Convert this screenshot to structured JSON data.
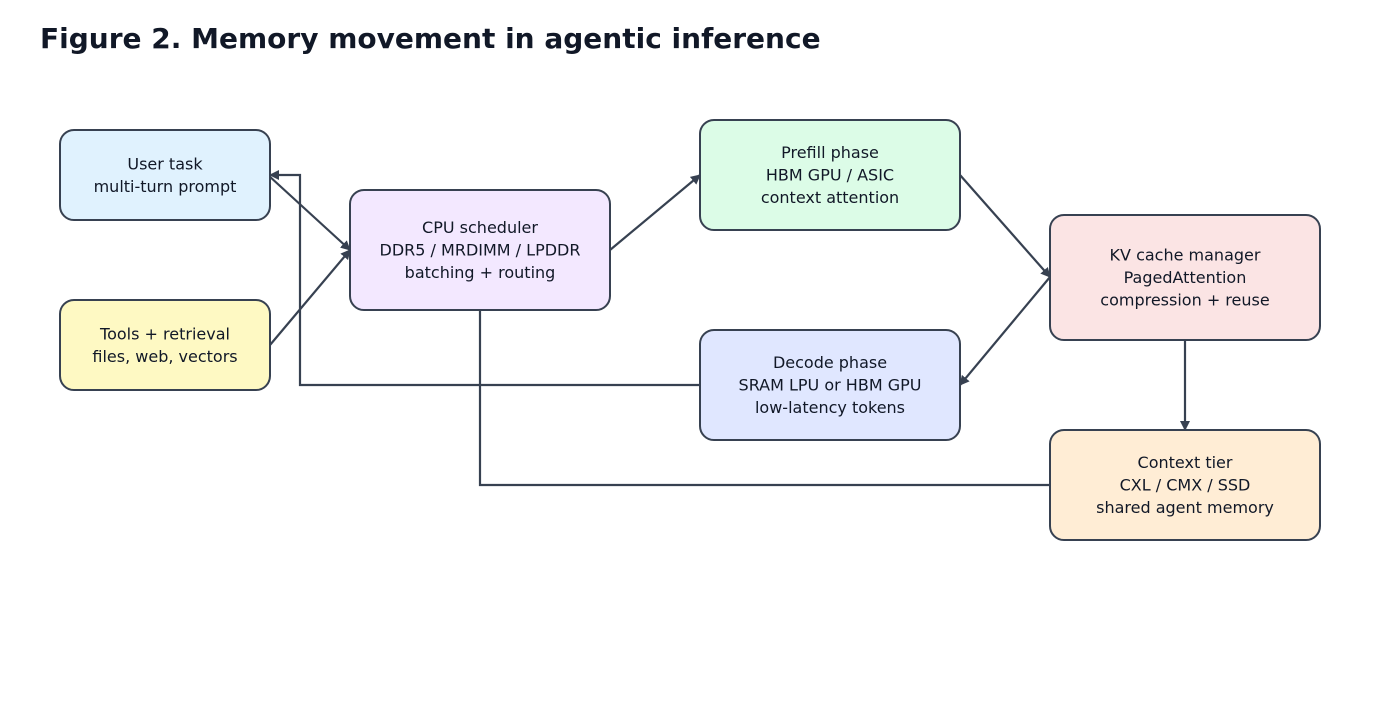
{
  "title": "Figure 2. Memory movement in agentic inference",
  "colors": {
    "stroke": "#374151",
    "user_task": "#e0f2fe",
    "tools": "#fef9c3",
    "cpu": "#f3e8ff",
    "prefill": "#dcfce7",
    "decode": "#e0e7ff",
    "kv": "#fbe4e4",
    "context": "#ffedd5"
  },
  "nodes": [
    {
      "id": "user-task",
      "color_key": "user_task",
      "lines": [
        "User task",
        "multi-turn prompt"
      ]
    },
    {
      "id": "tools",
      "color_key": "tools",
      "lines": [
        "Tools + retrieval",
        "files, web, vectors"
      ]
    },
    {
      "id": "cpu-scheduler",
      "color_key": "cpu",
      "lines": [
        "CPU scheduler",
        "DDR5 / MRDIMM / LPDDR",
        "batching + routing"
      ]
    },
    {
      "id": "prefill",
      "color_key": "prefill",
      "lines": [
        "Prefill phase",
        "HBM GPU / ASIC",
        "context attention"
      ]
    },
    {
      "id": "decode",
      "color_key": "decode",
      "lines": [
        "Decode phase",
        "SRAM LPU or HBM GPU",
        "low-latency tokens"
      ]
    },
    {
      "id": "kv-cache",
      "color_key": "kv",
      "lines": [
        "KV cache manager",
        "PagedAttention",
        "compression + reuse"
      ]
    },
    {
      "id": "context-tier",
      "color_key": "context",
      "lines": [
        "Context tier",
        "CXL / CMX / SSD",
        "shared agent memory"
      ]
    }
  ],
  "edges": [
    {
      "from": "user-task",
      "to": "cpu-scheduler"
    },
    {
      "from": "tools",
      "to": "cpu-scheduler"
    },
    {
      "from": "cpu-scheduler",
      "to": "prefill"
    },
    {
      "from": "prefill",
      "to": "kv-cache"
    },
    {
      "from": "kv-cache",
      "to": "decode"
    },
    {
      "from": "kv-cache",
      "to": "context-tier"
    },
    {
      "from": "decode",
      "to": "user-task"
    },
    {
      "from": "context-tier",
      "to": "cpu-scheduler"
    }
  ]
}
